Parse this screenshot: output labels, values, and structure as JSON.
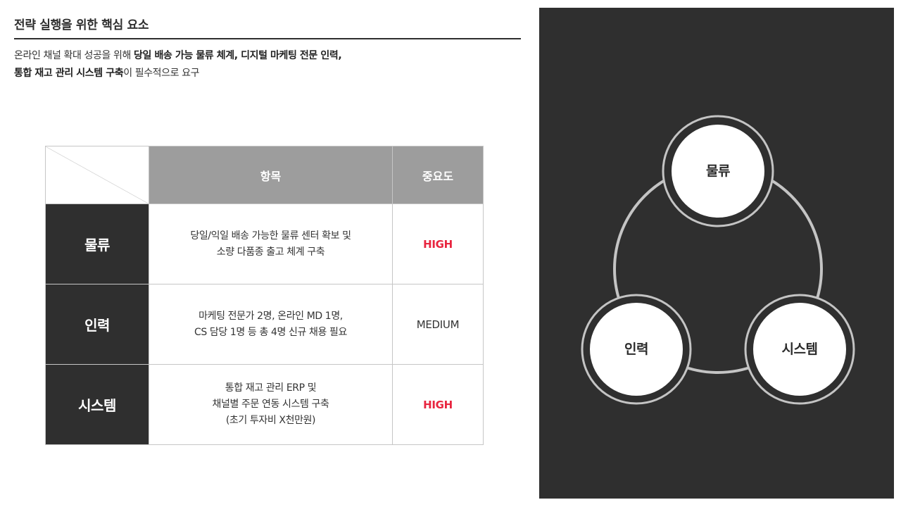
{
  "header": {
    "title": "전략 실행을 위한 핵심 요소",
    "subtitle_parts": {
      "p1": "온라인 채널 확대 성공을 위해 ",
      "b1": "당일 배송 가능 물류 체계, 디지털 마케팅 전문 인력,",
      "b2": "통합 재고 관리 시스템 구축",
      "p2": "이 필수적으로 요구"
    }
  },
  "table": {
    "columns": {
      "item": "항목",
      "importance": "중요도"
    },
    "rows": [
      {
        "category": "물류",
        "lines": [
          "당일/익일 배송 가능한 물류 센터 확보 및",
          "소량 다품종 출고 체계 구축"
        ],
        "importance": "HIGH"
      },
      {
        "category": "인력",
        "lines": [
          "마케팅 전문가 2명, 온라인 MD 1명,",
          "CS 담당 1명 등 총 4명 신규 채용 필요"
        ],
        "importance": "MEDIUM"
      },
      {
        "category": "시스템",
        "lines": [
          "통합 재고 관리 ERP 및",
          "채널별 주문 연동 시스템 구축",
          "(초기 투자비 X천만원)"
        ],
        "importance": "HIGH"
      }
    ]
  },
  "diagram": {
    "nodes": [
      {
        "label": "물류"
      },
      {
        "label": "인력"
      },
      {
        "label": "시스템"
      }
    ]
  },
  "colors": {
    "dark_panel": "#2f2f2f",
    "header_gray": "#9d9d9d",
    "high_red": "#e8253f",
    "ring_gray": "#c4c4c4"
  }
}
